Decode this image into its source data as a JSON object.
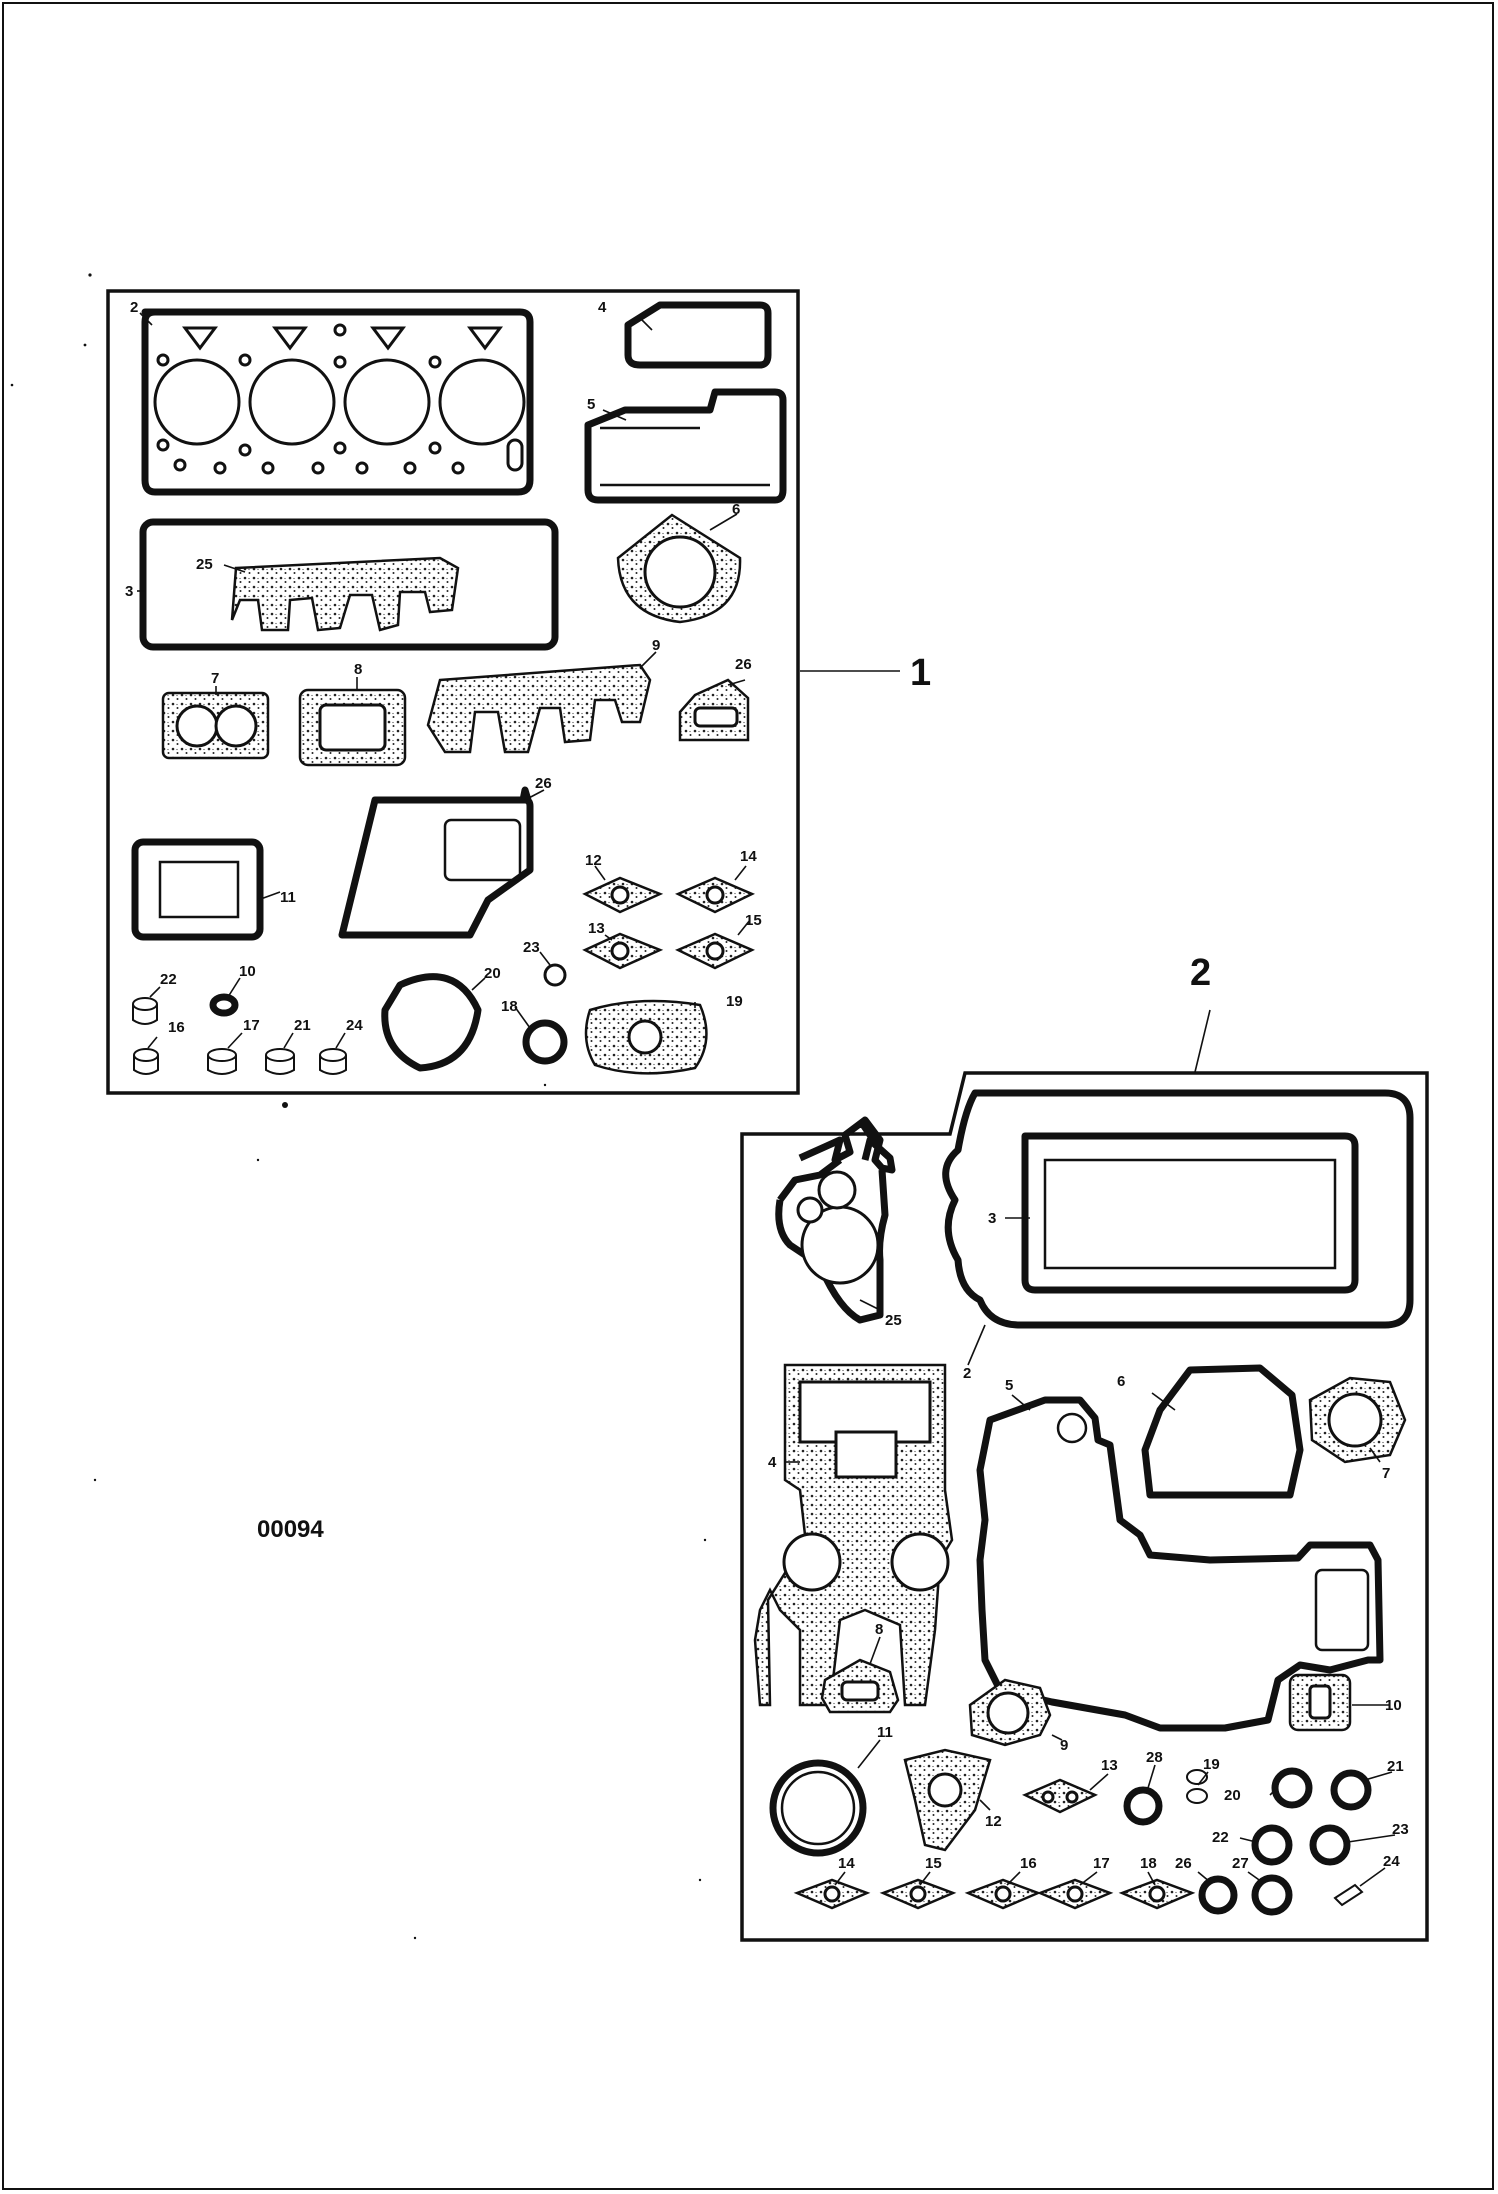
{
  "figure_code": "00094",
  "kit_1": {
    "label": "1",
    "callouts": [
      "2",
      "4",
      "5",
      "25",
      "3",
      "6",
      "7",
      "8",
      "9",
      "26",
      "26",
      "11",
      "12",
      "14",
      "13",
      "15",
      "23",
      "22",
      "10",
      "20",
      "18",
      "19",
      "16",
      "17",
      "21",
      "24"
    ]
  },
  "kit_2": {
    "label": "2",
    "callouts": [
      "3",
      "25",
      "2",
      "6",
      "5",
      "4",
      "7",
      "8",
      "10",
      "9",
      "11",
      "12",
      "13",
      "28",
      "19",
      "20",
      "21",
      "22",
      "23",
      "14",
      "15",
      "16",
      "17",
      "18",
      "26",
      "27",
      "24"
    ]
  }
}
